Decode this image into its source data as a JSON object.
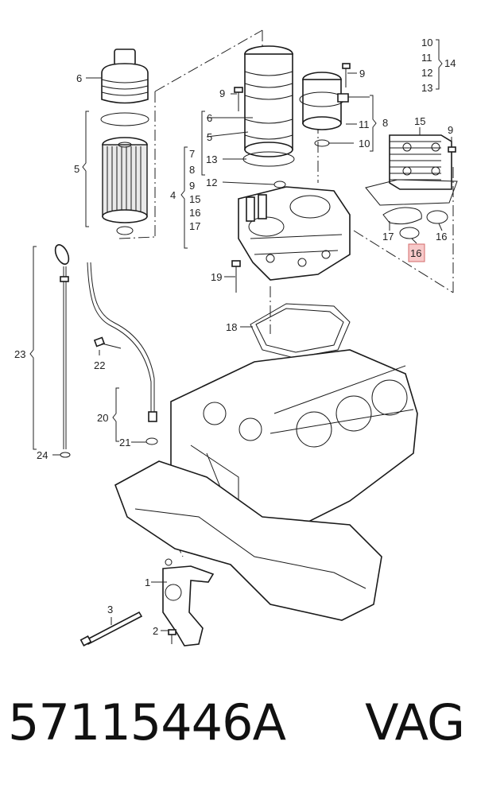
{
  "callouts": {
    "c1": "1",
    "c2": "2",
    "c3": "3",
    "c4": "4",
    "c5a": "5",
    "c5b": "5",
    "c6a": "6",
    "c6b": "6",
    "c7": "7",
    "c8a": "8",
    "c8b": "8",
    "c9a": "9",
    "c9b": "9",
    "c9c": "9",
    "c9d": "9",
    "c10a": "10",
    "c10b": "10",
    "c11a": "11",
    "c11b": "11",
    "c12a": "12",
    "c12b": "12",
    "c13a": "13",
    "c13b": "13",
    "c14": "14",
    "c15a": "15",
    "c15b": "15",
    "c16a": "16",
    "c16b": "16",
    "c16c": "16",
    "c17a": "17",
    "c17b": "17",
    "c18": "18",
    "c19": "19",
    "c20": "20",
    "c21": "21",
    "c22": "22",
    "c23": "23",
    "c24": "24"
  },
  "highlighted_callout": "16",
  "caption": {
    "part_number": "57115446A",
    "brand": "VAG"
  }
}
